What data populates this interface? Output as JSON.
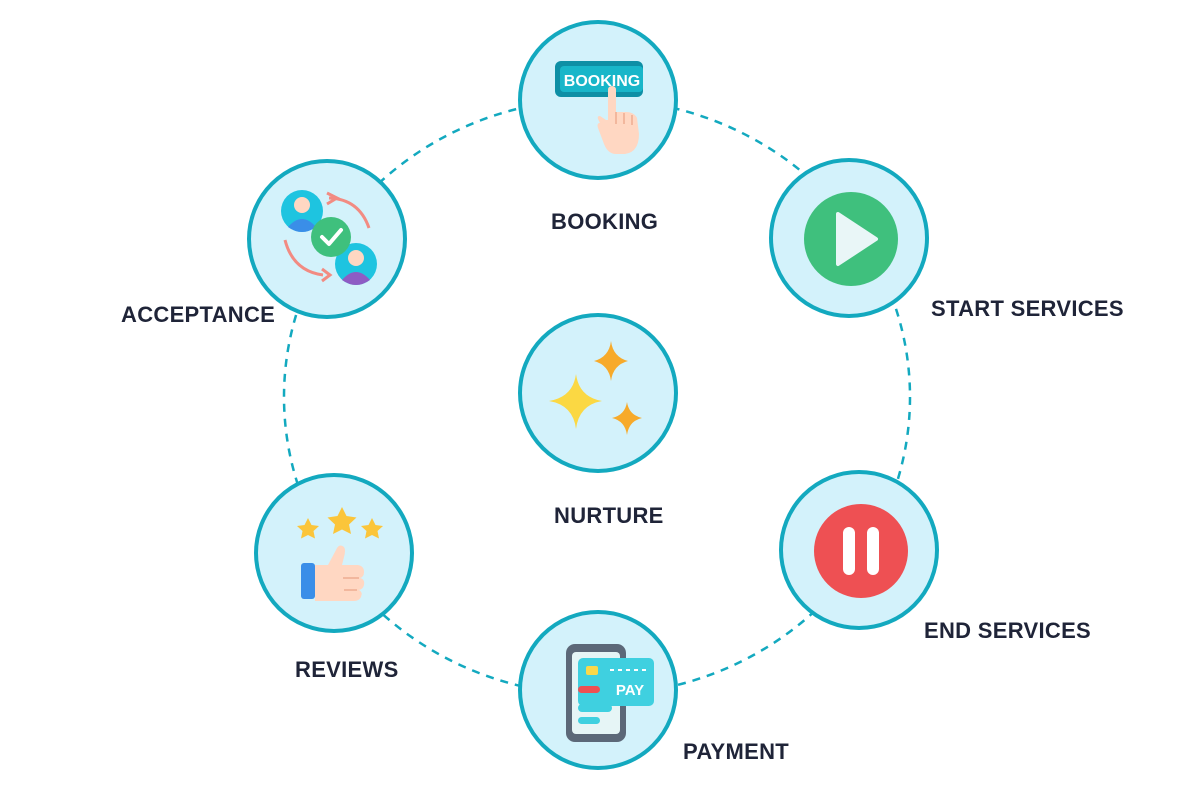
{
  "colors": {
    "ring": "#13a9bf",
    "node_fill": "#d3f2fb",
    "label": "#1f2438",
    "play": "#3fc07d",
    "pause": "#ee5053",
    "star": "#fbc53a"
  },
  "nodes": [
    {
      "id": "booking",
      "label": "BOOKING",
      "icon": "booking-button-hand-icon",
      "icon_text": "BOOKING"
    },
    {
      "id": "start-services",
      "label": "START SERVICES",
      "icon": "play-icon"
    },
    {
      "id": "end-services",
      "label": "END SERVICES",
      "icon": "pause-icon"
    },
    {
      "id": "payment",
      "label": "PAYMENT",
      "icon": "phone-card-pay-icon",
      "icon_text": "PAY"
    },
    {
      "id": "reviews",
      "label": "REVIEWS",
      "icon": "thumbs-up-stars-icon"
    },
    {
      "id": "acceptance",
      "label": "ACCEPTANCE",
      "icon": "users-swap-check-icon"
    },
    {
      "id": "nurture",
      "label": "NURTURE",
      "icon": "sparkles-icon"
    }
  ]
}
